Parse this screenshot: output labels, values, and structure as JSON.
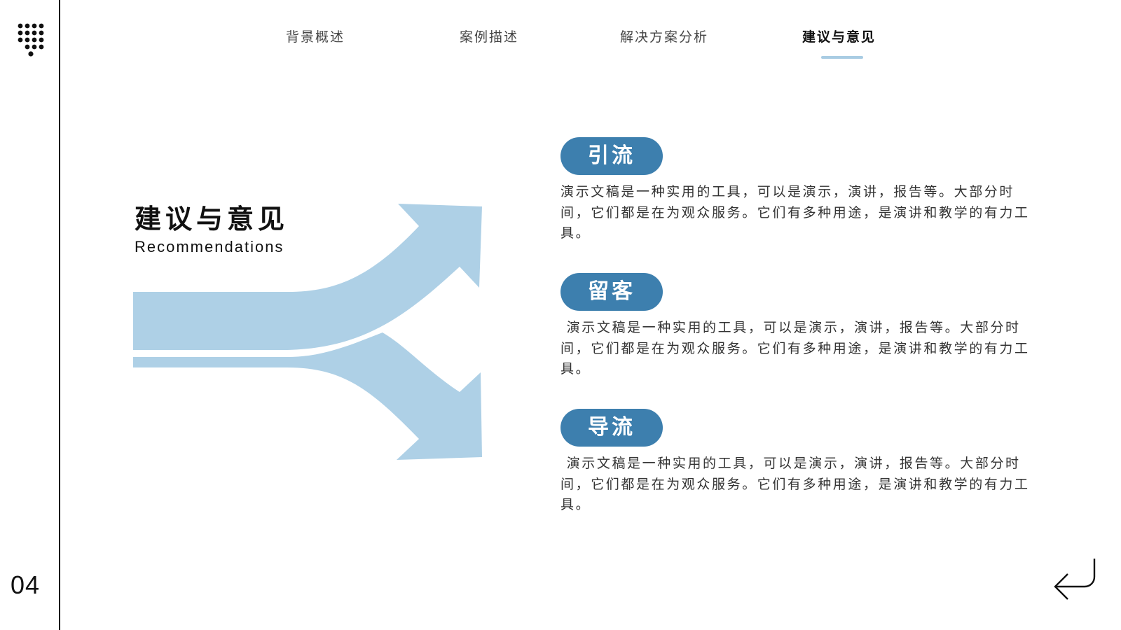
{
  "colors": {
    "accent": "#3d7fae",
    "arrow_fill": "#aed0e6",
    "nav_underline": "#a9cce3",
    "rail": "#111111"
  },
  "nav": {
    "tabs": [
      {
        "label": "背景概述"
      },
      {
        "label": "案例描述"
      },
      {
        "label": "解决方案分析"
      },
      {
        "label": "建议与意见",
        "active": true
      }
    ]
  },
  "page_number": "04",
  "title": {
    "cn": "建议与意见",
    "en": "Recommendations"
  },
  "items": [
    {
      "label": "引流",
      "text": "演示文稿是一种实用的工具，可以是演示，演讲，报告等。大部分时间，它们都是在为观众服务。它们有多种用途，是演讲和教学的有力工具。"
    },
    {
      "label": "留客",
      "text": " 演示文稿是一种实用的工具，可以是演示，演讲，报告等。大部分时间，它们都是在为观众服务。它们有多种用途，是演讲和教学的有力工具。"
    },
    {
      "label": "导流",
      "text": " 演示文稿是一种实用的工具，可以是演示，演讲，报告等。大部分时间，它们都是在为观众服务。它们有多种用途，是演讲和教学的有力工具。"
    }
  ],
  "icons": {
    "logo": "dots-grid-icon",
    "back": "return-arrow-icon",
    "graphic": "split-arrows-graphic"
  }
}
